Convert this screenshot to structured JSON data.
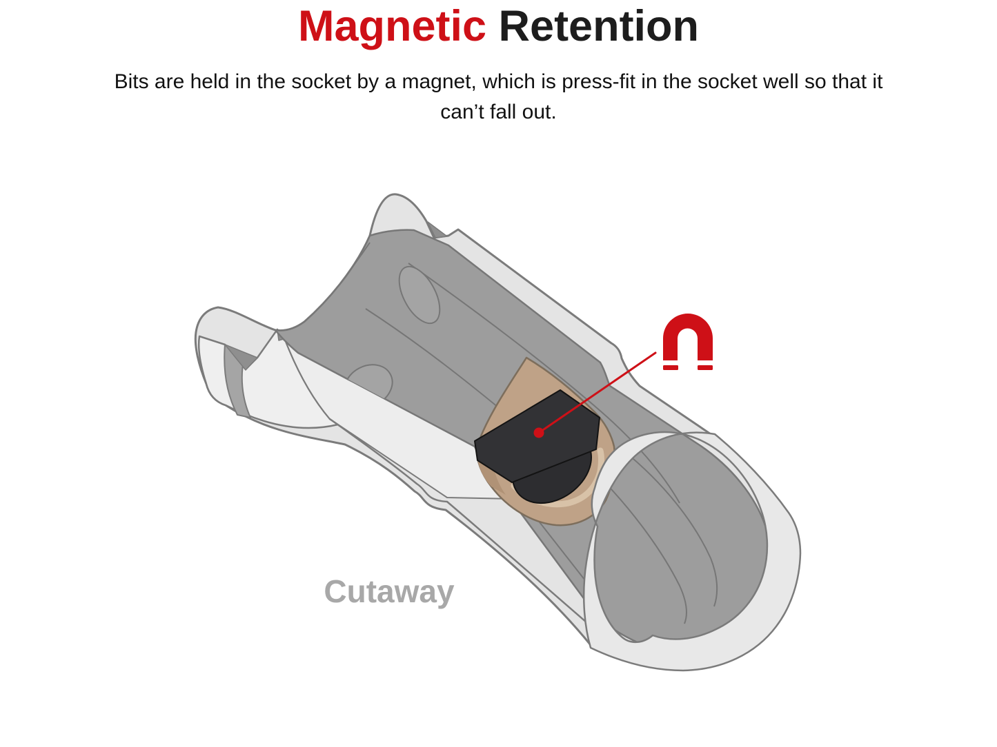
{
  "title": {
    "highlight": "Magnetic",
    "rest": "Retention"
  },
  "subtitle": {
    "line1": "Bits are held in the socket by a magnet, which is press-fit in the socket well so that it",
    "line2": "can’t fall out."
  },
  "diagram": {
    "cutaway_label": "Cutaway",
    "callout_icon": "horseshoe-magnet-icon",
    "callout_target": "magnet"
  },
  "colors": {
    "accent_red": "#ce1017",
    "title_text": "#1d1d1d",
    "body_text": "#111111",
    "cutaway_label_gray": "#a8a8a8",
    "socket_body_gray": "#e4e4e4",
    "cut_face_gray": "#efefef",
    "bore_gray": "#9d9d9d",
    "magnet_well_tan": "#bfa287",
    "magnet_well_rim_tan": "#d8c2a8",
    "magnet_dark": "#323235",
    "outline_gray": "#7b7b7b"
  }
}
